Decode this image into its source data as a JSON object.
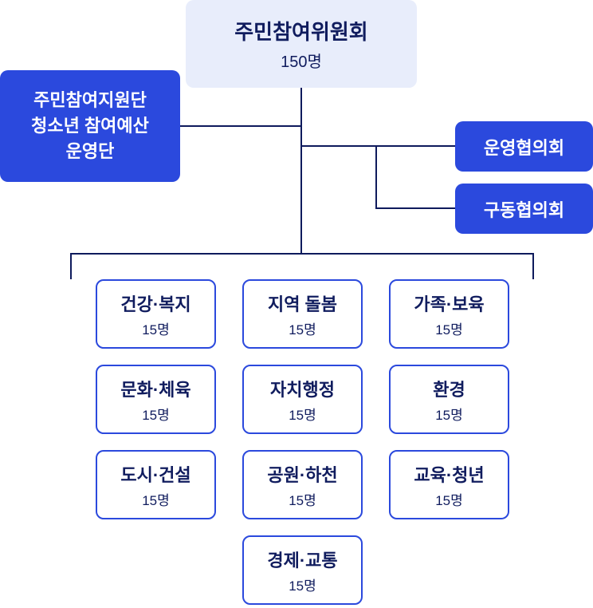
{
  "colors": {
    "navy_text_and_lines": "#0e1a5c",
    "accent_blue": "#2b49dd",
    "root_box_fill": "#e8edfb",
    "cell_fill": "#ffffff"
  },
  "root": {
    "title": "주민참여위원회",
    "count": "150명"
  },
  "left_box": {
    "lines": [
      "주민참여지원단",
      "청소년 참여예산",
      "운영단"
    ]
  },
  "right_boxes": [
    {
      "label": "운영협의회"
    },
    {
      "label": "구동협의회"
    }
  ],
  "committees": [
    {
      "title": "건강·복지",
      "count": "15명"
    },
    {
      "title": "지역 돌봄",
      "count": "15명"
    },
    {
      "title": "가족·보육",
      "count": "15명"
    },
    {
      "title": "문화·체육",
      "count": "15명"
    },
    {
      "title": "자치행정",
      "count": "15명"
    },
    {
      "title": "환경",
      "count": "15명"
    },
    {
      "title": "도시·건설",
      "count": "15명"
    },
    {
      "title": "공원·하천",
      "count": "15명"
    },
    {
      "title": "교육·청년",
      "count": "15명"
    },
    {
      "title": "경제·교통",
      "count": "15명"
    }
  ]
}
